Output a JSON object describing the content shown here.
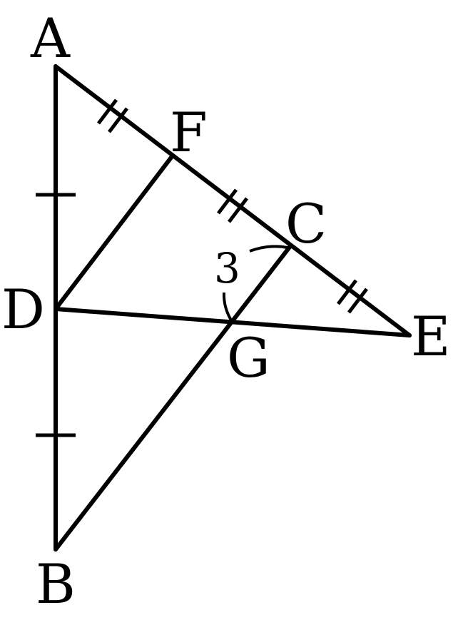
{
  "labels": {
    "A": "A",
    "B": "B",
    "C": "C",
    "D": "D",
    "E": "E",
    "F": "F",
    "G": "G"
  },
  "angle_label": "3",
  "colors": {
    "stroke": "#000000",
    "background": "#ffffff"
  }
}
